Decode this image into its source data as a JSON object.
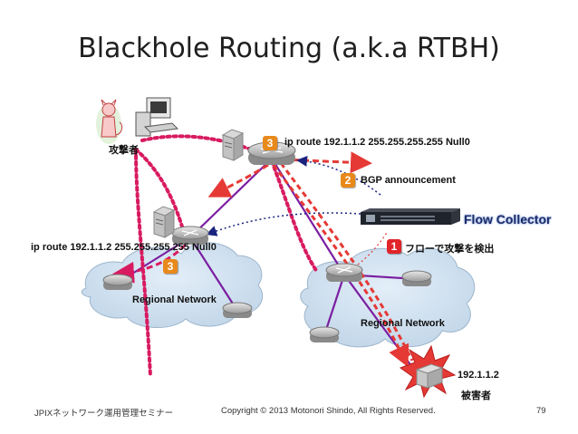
{
  "slide": {
    "title": "Blackhole Routing (a.k.a RTBH)",
    "page_number": "79"
  },
  "labels": {
    "attacker": "攻撃者",
    "victim": "被害者",
    "victim_ip": "192.1.1.2",
    "core_route": "ip route 192.1.1.2 255.255.255.255 Null0",
    "edge_route": "ip route 192.1.1.2 255.255.255.255 Null0",
    "bgp_announcement": "BGP announcement",
    "flow_collector": "Flow Collector",
    "detect_flow": "フローで攻撃を検出",
    "regional_network_left": "Regional Network",
    "regional_network_right": "Regional Network"
  },
  "steps": {
    "detect": "1",
    "announce": "2",
    "blackhole_core": "3",
    "blackhole_edge": "3"
  },
  "footer": {
    "event": "JPIXネットワーク運用管理セミナー",
    "copyright": "Copyright © 2013 Motonori Shindo, All Rights Reserved."
  },
  "colors": {
    "attack": "#d81b60",
    "drop": "#e53935",
    "link": "#7b1fa2",
    "control": "#1a237e"
  }
}
